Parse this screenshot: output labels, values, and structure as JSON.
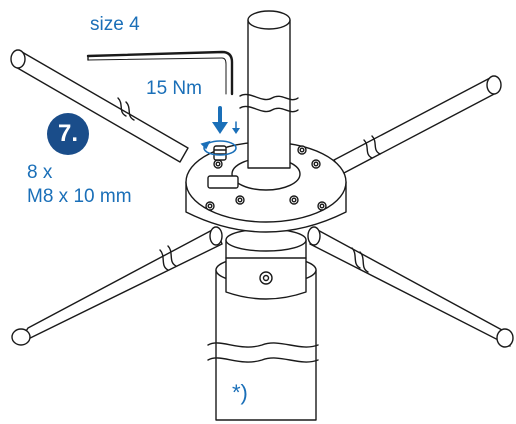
{
  "step": {
    "number": "7."
  },
  "labels": {
    "tool_size": "size 4",
    "torque": "15 Nm",
    "count": "8 x",
    "screw": "M8 x 10 mm",
    "note": "*)"
  },
  "colors": {
    "accent": "#1a6fb8",
    "badge": "#1a4d8a",
    "line": "#1a1a1a"
  },
  "icons": [
    "hex-key-icon",
    "down-arrow-icon",
    "rotation-arrow-icon",
    "screw-icon"
  ]
}
